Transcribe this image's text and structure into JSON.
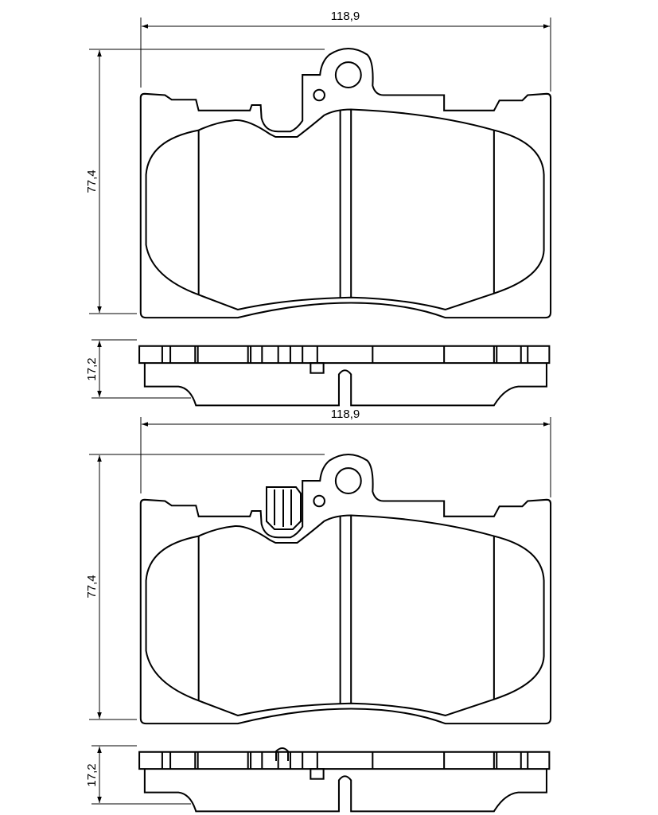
{
  "drawings": [
    {
      "name": "pad-without-sensor",
      "width_label": "118,9",
      "height_label": "77,4",
      "thickness_label": "17,2"
    },
    {
      "name": "pad-with-sensor",
      "width_label": "118,9",
      "height_label": "77,4",
      "thickness_label": "17,2"
    }
  ],
  "colors": {
    "line": "#000000",
    "background": "#ffffff"
  }
}
